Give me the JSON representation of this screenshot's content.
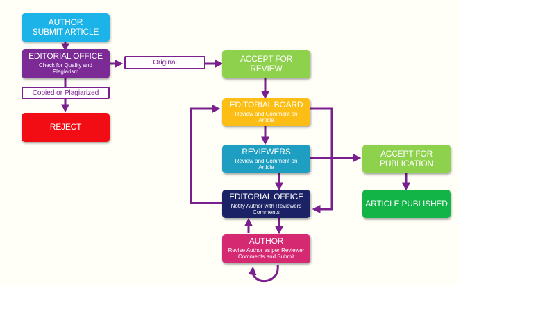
{
  "nodes": {
    "author_submit": {
      "title": "AUTHOR",
      "title2": "SUBMIT ARTICLE"
    },
    "editorial_office_check": {
      "title": "EDITORIAL OFFICE",
      "subtitle": "Check for Quality and",
      "subtitle2": "Plagiarism"
    },
    "reject": {
      "title": "REJECT"
    },
    "accept_review": {
      "title": "ACCEPT FOR",
      "title2": "REVIEW"
    },
    "editorial_board": {
      "title": "EDITORIAL BOARD",
      "subtitle": "Review and Comment on",
      "subtitle2": "Article"
    },
    "reviewers": {
      "title": "REVIEWERS",
      "subtitle": "Review and Comment on",
      "subtitle2": "Article"
    },
    "editorial_office_notify": {
      "title": "EDITORIAL OFFICE",
      "subtitle": "Notify Author with Reviewers",
      "subtitle2": "Comments"
    },
    "author_revise": {
      "title": "AUTHOR",
      "subtitle": "Revise Author as per Reviewer",
      "subtitle2": "Comments and Submit"
    },
    "accept_publication": {
      "title": "ACCEPT FOR",
      "title2": "PUBLICATION"
    },
    "article_published": {
      "title": "ARTICLE PUBLISHED"
    }
  },
  "edge_labels": {
    "original": "Original",
    "copied": "Copied or Plagiarized"
  },
  "colors": {
    "author_submit": "#1cb4e8",
    "editorial_office_check": "#7b2a96",
    "reject": "#f20c14",
    "accept_review": "#8ed14c",
    "editorial_board": "#fcbe14",
    "reviewers": "#1e9fc1",
    "editorial_office_notify": "#1b2366",
    "author_revise": "#d52a72",
    "accept_publication": "#8ed14c",
    "article_published": "#12b347",
    "arrow": "#7a1f8e"
  }
}
